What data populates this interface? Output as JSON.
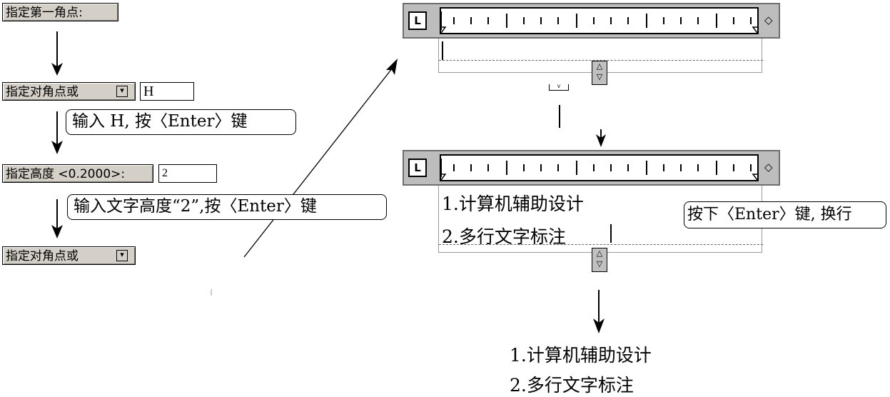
{
  "left_flow": {
    "step1_prompt": "指定第一角点:",
    "step2_prompt": "指定对角点或",
    "step2_input": "H",
    "note1": "输入 H, 按〈Enter〉键",
    "step3_prompt": "指定高度 <0.2000>:",
    "step3_input": "2",
    "note2": "输入文字高度“2”,按〈Enter〉键",
    "step4_prompt": "指定对角点或"
  },
  "editor_top": {
    "l_button": "L",
    "text": ""
  },
  "editor_bottom": {
    "l_button": "L",
    "line1": "1.计算机辅助设计",
    "line2": "2.多行文字标注",
    "note": "按下〈Enter〉键, 换行"
  },
  "result": {
    "line1": "1.计算机辅助设计",
    "line2": "2.多行文字标注"
  },
  "icons": {
    "dropdown": "dropdown-icon",
    "diamond": "diamond-icon",
    "resize": "resize-handle-icon"
  },
  "colors": {
    "toolbar": "#bdbdbd",
    "prompt_bg": "#d4d0c8"
  }
}
